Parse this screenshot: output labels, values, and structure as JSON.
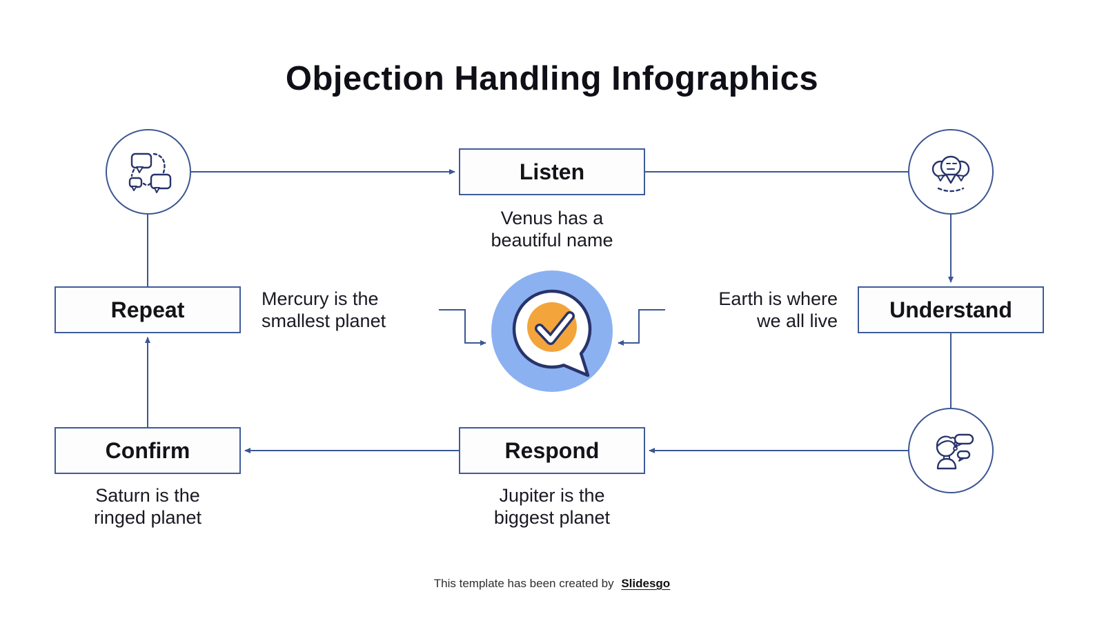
{
  "title": "Objection Handling Infographics",
  "steps": {
    "listen": {
      "label": "Listen",
      "caption": [
        "Venus has a",
        "beautiful name"
      ]
    },
    "understand": {
      "label": "Understand",
      "caption": [
        "Earth is where",
        "we all live"
      ]
    },
    "respond": {
      "label": "Respond",
      "caption": [
        "Jupiter is  the",
        "biggest planet"
      ]
    },
    "confirm": {
      "label": "Confirm",
      "caption": [
        "Saturn is the",
        "ringed planet"
      ]
    },
    "repeat": {
      "label": "Repeat",
      "caption": [
        "Mercury is the",
        "smallest planet"
      ]
    }
  },
  "icons": {
    "top_left": "chat-cycle-icon",
    "top_right": "audience-pins-icon",
    "bottom_right": "person-speaking-icon",
    "center": "check-bubble-icon"
  },
  "colors": {
    "connector_blue": "#3b5692",
    "icon_stroke_navy": "#27346b",
    "center_circle_blue": "#8cb1f1",
    "center_check_orange": "#f3a53b",
    "title_text": "#0f0f17",
    "body_text": "#191922"
  },
  "footer": {
    "prefix": "This template has been created by",
    "brand": "Slidesgo"
  }
}
